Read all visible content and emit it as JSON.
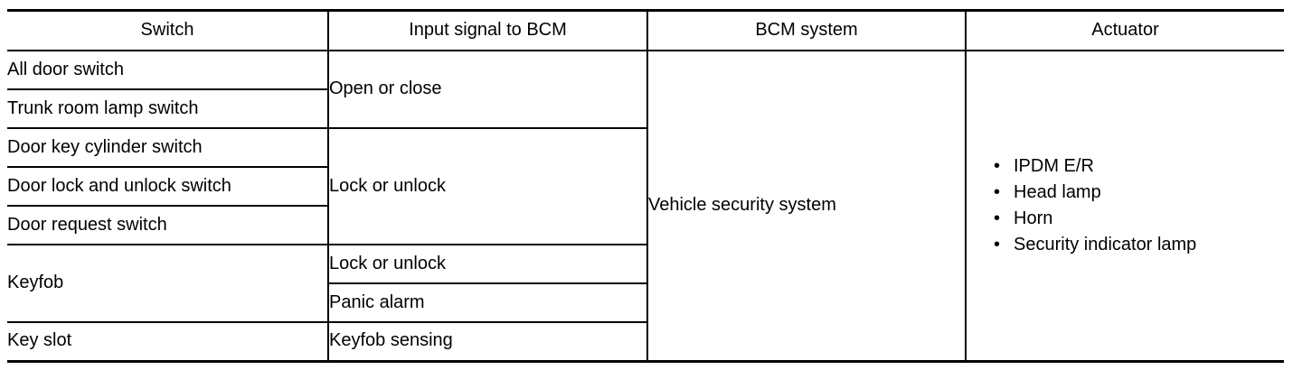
{
  "table": {
    "headers": [
      {
        "label": "Switch"
      },
      {
        "label": "Input signal to BCM"
      },
      {
        "label": "BCM system"
      },
      {
        "label": "Actuator"
      }
    ],
    "switches": [
      {
        "label": "All door switch"
      },
      {
        "label": "Trunk room lamp switch"
      },
      {
        "label": "Door key cylinder switch"
      },
      {
        "label": "Door lock and unlock switch"
      },
      {
        "label": "Door request switch"
      },
      {
        "label": "Keyfob"
      },
      {
        "label": "Key slot"
      }
    ],
    "input_signals": [
      {
        "label": "Open or close"
      },
      {
        "label": "Lock or unlock"
      },
      {
        "label": "Lock or unlock"
      },
      {
        "label": "Panic alarm"
      },
      {
        "label": "Keyfob sensing"
      }
    ],
    "bcm_system": "Vehicle security system",
    "actuators": [
      {
        "label": "IPDM E/R"
      },
      {
        "label": "Head lamp"
      },
      {
        "label": "Horn"
      },
      {
        "label": "Security indicator lamp"
      }
    ],
    "bullet_glyph": "•"
  },
  "colors": {
    "rule": "#000000",
    "text": "#000000",
    "background": "#ffffff"
  }
}
